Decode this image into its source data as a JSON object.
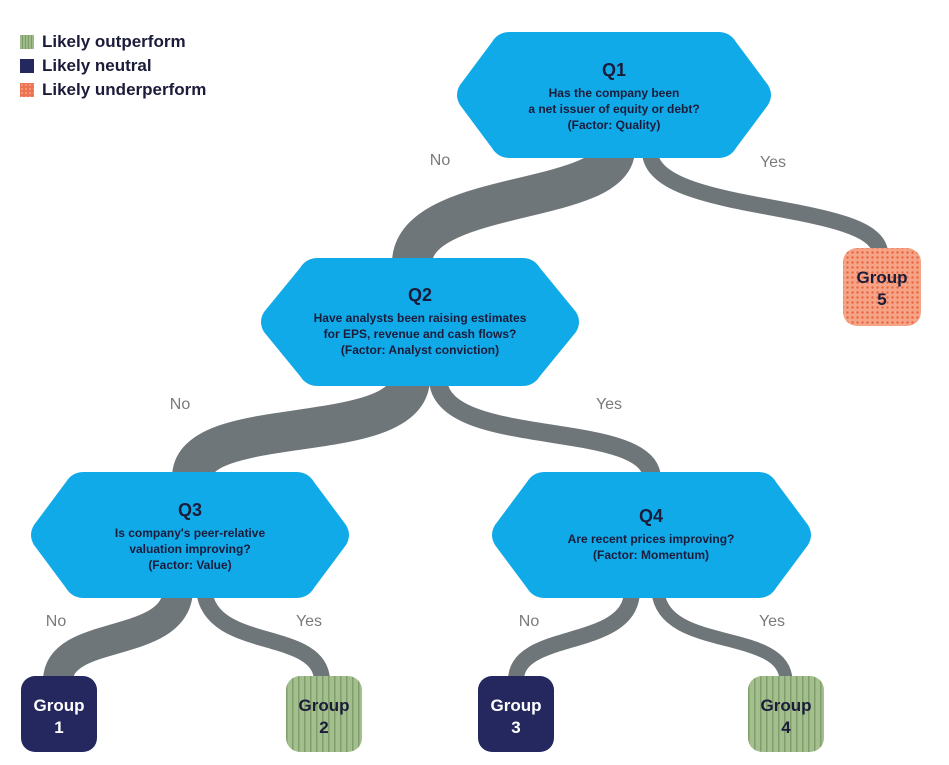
{
  "legend": [
    {
      "label": "Likely outperform",
      "category": "outperform",
      "color": "#9dbb88"
    },
    {
      "label": "Likely neutral",
      "category": "neutral",
      "color": "#25285e"
    },
    {
      "label": "Likely underperform",
      "category": "underperform",
      "color": "#f08a67"
    }
  ],
  "colors": {
    "hexagon": "#11aae8",
    "connector": "#6f7679",
    "branch_label": "#7a7a7a",
    "text_dark": "#1b1b3a"
  },
  "questions": {
    "q1": {
      "id": "Q1",
      "lines": [
        "Has the company been",
        "a net issuer of equity or debt?",
        "(Factor: Quality)"
      ]
    },
    "q2": {
      "id": "Q2",
      "lines": [
        "Have analysts been raising estimates",
        "for EPS, revenue and cash flows?",
        "(Factor: Analyst conviction)"
      ]
    },
    "q3": {
      "id": "Q3",
      "lines": [
        "Is company's peer-relative",
        "valuation improving?",
        "(Factor: Value)"
      ]
    },
    "q4": {
      "id": "Q4",
      "lines": [
        "Are recent prices improving?",
        "(Factor: Momentum)"
      ]
    }
  },
  "branches": {
    "q1_no": "No",
    "q1_yes": "Yes",
    "q2_no": "No",
    "q2_yes": "Yes",
    "q3_no": "No",
    "q3_yes": "Yes",
    "q4_no": "No",
    "q4_yes": "Yes"
  },
  "groups": {
    "g1": {
      "line1": "Group",
      "line2": "1",
      "category": "neutral"
    },
    "g2": {
      "line1": "Group",
      "line2": "2",
      "category": "outperform"
    },
    "g3": {
      "line1": "Group",
      "line2": "3",
      "category": "neutral"
    },
    "g4": {
      "line1": "Group",
      "line2": "4",
      "category": "outperform"
    },
    "g5": {
      "line1": "Group",
      "line2": "5",
      "category": "underperform"
    }
  }
}
